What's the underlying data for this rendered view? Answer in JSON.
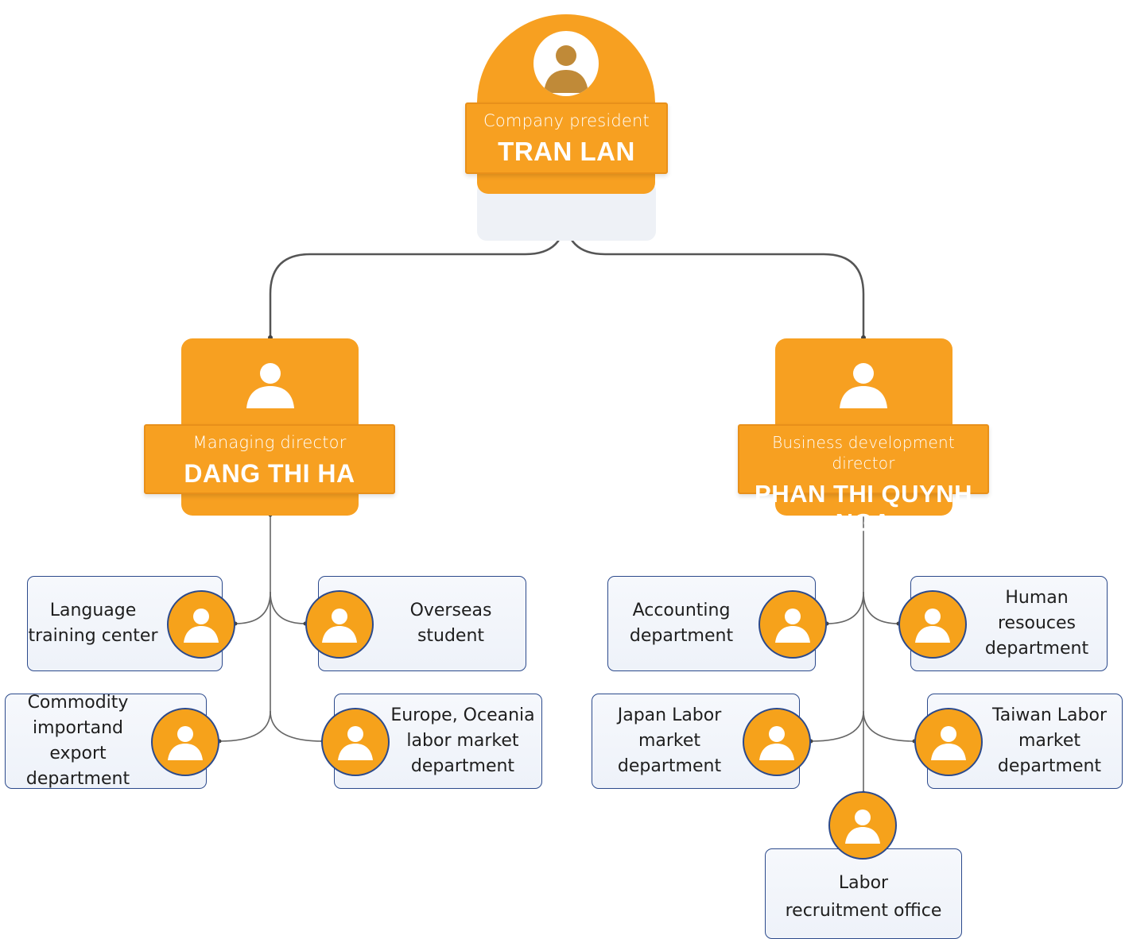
{
  "president": {
    "role": "Company president",
    "name": "TRAN LAN",
    "icon": "user-avatar-icon"
  },
  "directors": [
    {
      "role": "Managing director",
      "name": "DANG THI HA",
      "icon": "user-icon"
    },
    {
      "role": "Business development director",
      "name": "PHAN THI QUYNH NGA",
      "icon": "user-icon"
    }
  ],
  "departments": [
    {
      "label": "Language\ntraining center",
      "icon": "user-icon"
    },
    {
      "label": "Overseas\nstudent",
      "icon": "user-icon"
    },
    {
      "label": "Commodity\nimportand export\ndepartment",
      "icon": "user-icon"
    },
    {
      "label": "Europe, Oceania\nlabor market\ndepartment",
      "icon": "user-icon"
    },
    {
      "label": "Accounting\ndepartment",
      "icon": "user-icon"
    },
    {
      "label": "Human resouces\ndepartment",
      "icon": "user-icon"
    },
    {
      "label": "Japan Labor\nmarket\ndepartment",
      "icon": "user-icon"
    },
    {
      "label": "Taiwan Labor\nmarket\ndepartment",
      "icon": "user-icon"
    },
    {
      "label": "Labor\nrecruitment office",
      "icon": "user-icon"
    }
  ],
  "colors": {
    "accent_orange": "#f7a021",
    "avatar_orange": "#f6a21b",
    "border_blue": "#2c4a8c",
    "connector": "#555555",
    "photo_brown": "#c08a38"
  }
}
